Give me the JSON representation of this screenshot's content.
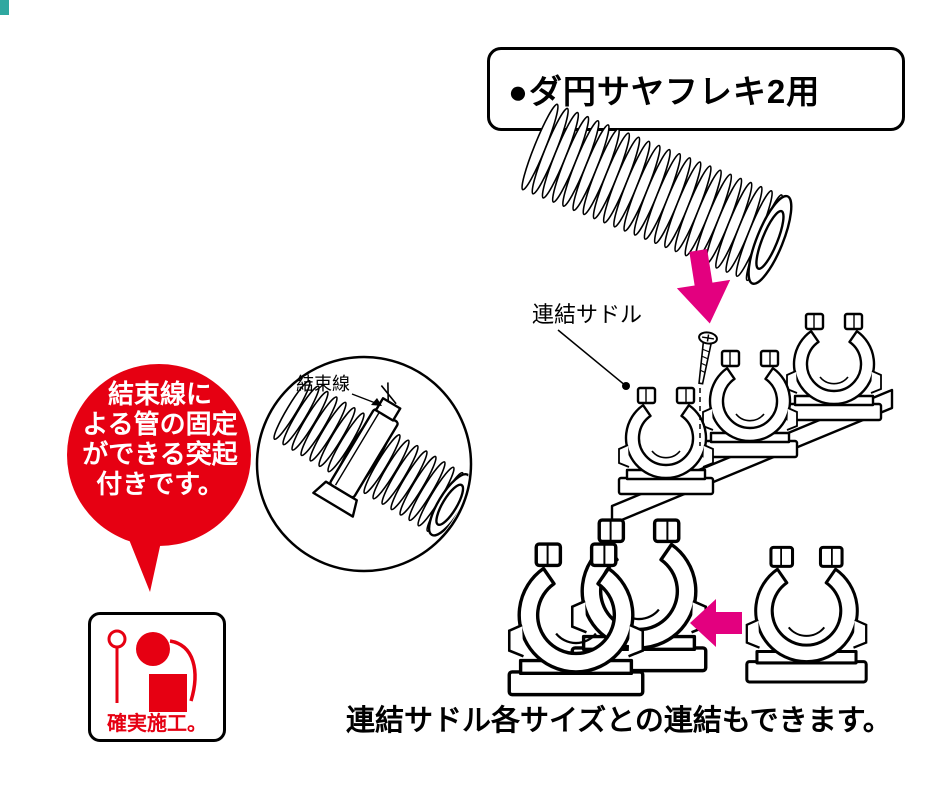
{
  "colors": {
    "accent_pink": "#e3007f",
    "accent_red": "#e60012",
    "line_black": "#000000",
    "corner_teal": "#2fa8a0",
    "background": "#ffffff"
  },
  "header": {
    "title": "●ダ円サヤフレキ2用"
  },
  "diagram": {
    "saddle_label": "連結サドル",
    "wire_label": "結束線",
    "caption": "連結サドル各サイズとの連結もできます。"
  },
  "callout": {
    "bubble_lines": [
      "結束線に",
      "よる管の固定",
      "ができる突起",
      "付きです。"
    ],
    "badge_text": "確実施工。"
  },
  "arrows": {
    "top": {
      "direction": "down",
      "color": "#e3007f"
    },
    "between_saddles": {
      "direction": "left",
      "color": "#e3007f"
    }
  }
}
